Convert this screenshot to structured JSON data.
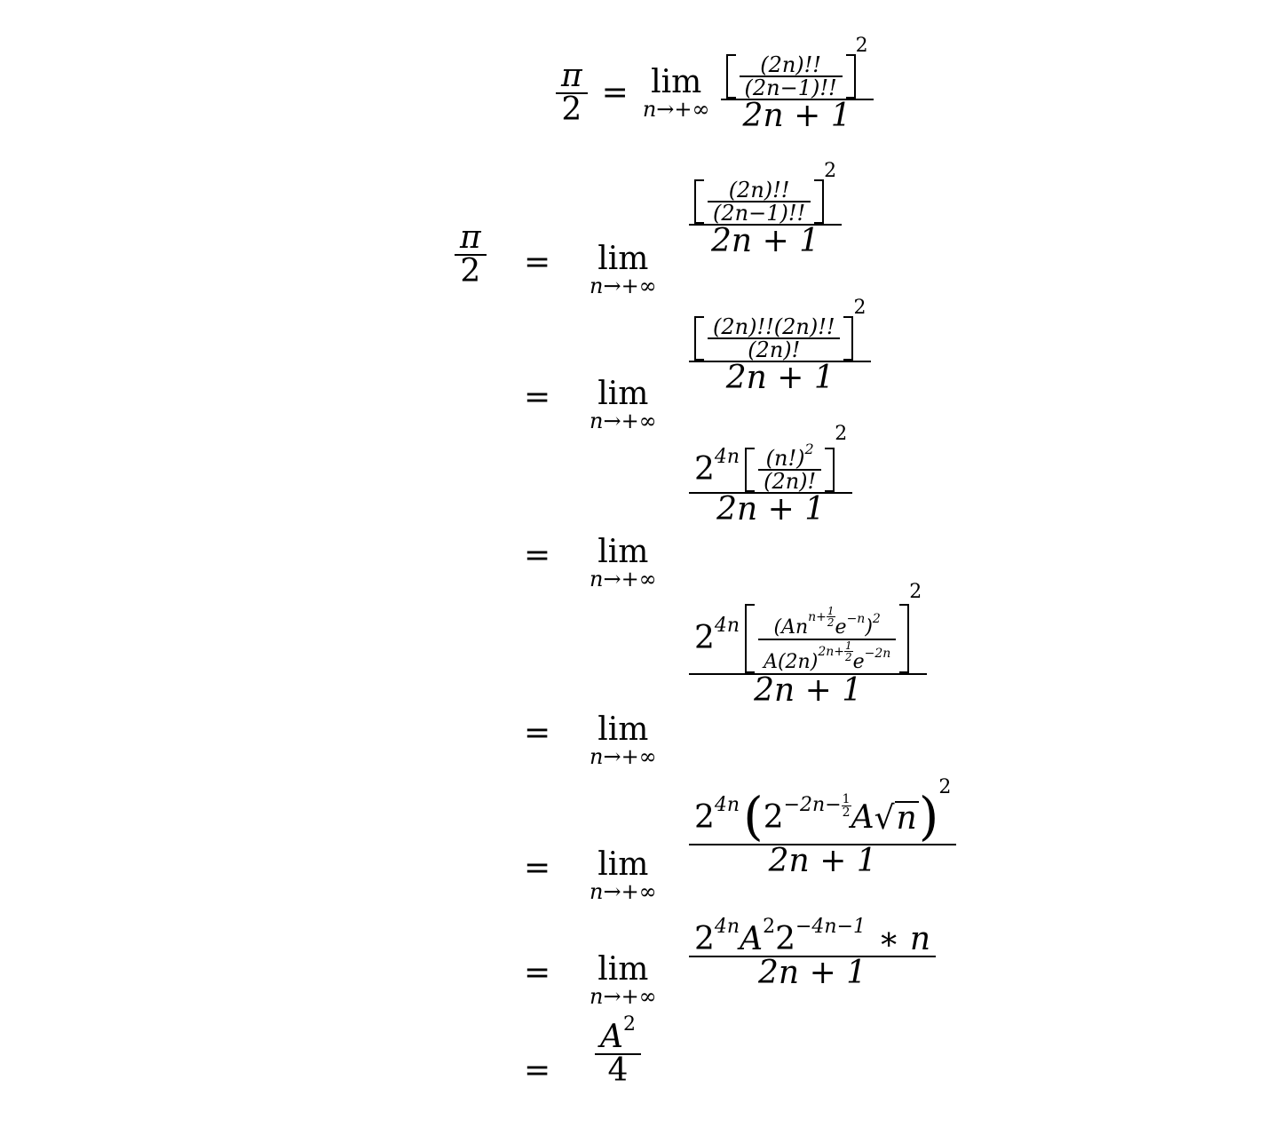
{
  "derivation": {
    "header": {
      "lhs_num": "π",
      "lhs_den": "2",
      "eq": "=",
      "lim_word": "lim",
      "lim_sub": "n→+∞",
      "inner_num": "(2n)!!",
      "inner_den": "(2n−1)!!",
      "outer_exp": "2",
      "den": "2n + 1"
    },
    "lines": [
      {
        "lhs_num": "π",
        "lhs_den": "2",
        "eq": "=",
        "lim_word": "lim",
        "lim_sub": "n→+∞",
        "inner_num": "(2n)!!",
        "inner_den": "(2n−1)!!",
        "outer_exp": "2",
        "den": "2n + 1"
      },
      {
        "eq": "=",
        "lim_word": "lim",
        "lim_sub": "n→+∞",
        "inner_num": "(2n)!!(2n)!!",
        "inner_den": "(2n)!",
        "outer_exp": "2",
        "den": "2n + 1"
      },
      {
        "eq": "=",
        "lim_word": "lim",
        "lim_sub": "n→+∞",
        "prefix_base": "2",
        "prefix_exp": "4n",
        "inner_num": "(n!)",
        "inner_num_exp": "2",
        "inner_den": "(2n)!",
        "outer_exp": "2",
        "den": "2n + 1"
      },
      {
        "eq": "=",
        "lim_word": "lim",
        "lim_sub": "n→+∞",
        "prefix_base": "2",
        "prefix_exp": "4n",
        "inner_num_a": "(An",
        "inner_num_exp_a": "n+",
        "inner_num_exp_frac_num": "1",
        "inner_num_exp_frac_den": "2",
        "inner_num_b": " e",
        "inner_num_exp_b": "−n",
        "inner_num_c": ")",
        "inner_num_exp_c": "2",
        "inner_den_a": "A(2n)",
        "inner_den_exp_a": "2n+",
        "inner_den_exp_frac_num": "1",
        "inner_den_exp_frac_den": "2",
        "inner_den_b": " e",
        "inner_den_exp_b": "−2n",
        "outer_exp": "2",
        "den": "2n + 1"
      },
      {
        "eq": "=",
        "lim_word": "lim",
        "lim_sub": "n→+∞",
        "prefix_base": "2",
        "prefix_exp": "4n",
        "paren_base": "2",
        "paren_exp": "−2n−",
        "paren_exp_frac_num": "1",
        "paren_exp_frac_den": "2",
        "paren_tail": " A",
        "sqrt_arg": "n",
        "outer_exp": "2",
        "den": "2n + 1"
      },
      {
        "eq": "=",
        "lim_word": "lim",
        "lim_sub": "n→+∞",
        "num_a": "2",
        "num_a_exp": "4n",
        "num_b": " A",
        "num_b_exp": "2",
        "num_c": "2",
        "num_c_exp": "−4n−1",
        "num_d": " ∗ n",
        "den": "2n + 1"
      },
      {
        "eq": "=",
        "res_num": "A",
        "res_num_exp": "2",
        "res_den": "4"
      }
    ]
  }
}
